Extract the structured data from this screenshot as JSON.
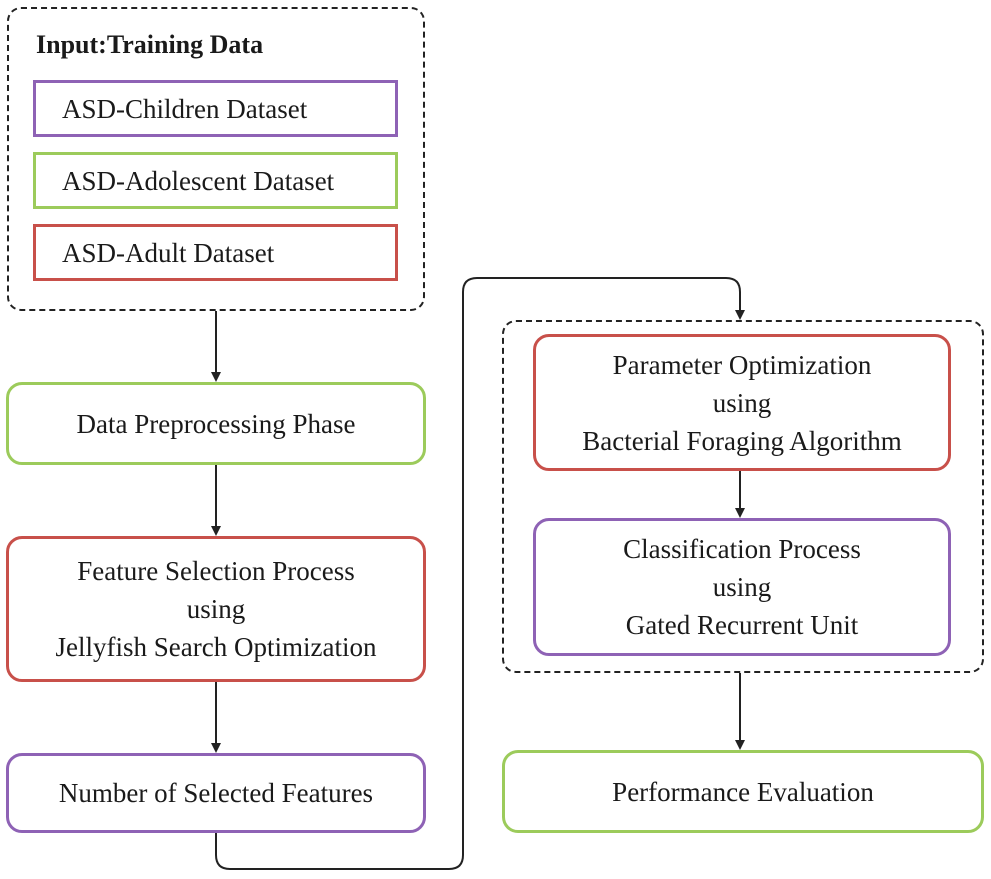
{
  "colors": {
    "green": "#9ccb5b",
    "red": "#c8504a",
    "purple": "#8e62b5",
    "line": "#222222"
  },
  "input_group": {
    "title": "Input:Training Data",
    "datasets": [
      {
        "label": "ASD-Children Dataset",
        "color": "purple"
      },
      {
        "label": "ASD-Adolescent Dataset",
        "color": "green"
      },
      {
        "label": "ASD-Adult Dataset",
        "color": "red"
      }
    ]
  },
  "preprocessing": {
    "label": "Data Preprocessing Phase"
  },
  "feature_selection": {
    "lines": [
      "Feature Selection Process",
      "using",
      "Jellyfish Search Optimization"
    ]
  },
  "selected_features": {
    "label": "Number of Selected Features"
  },
  "parameter_optimization": {
    "lines": [
      "Parameter Optimization",
      "using",
      "Bacterial Foraging Algorithm"
    ]
  },
  "classification": {
    "lines": [
      "Classification Process",
      "using",
      "Gated Recurrent Unit"
    ]
  },
  "performance": {
    "label": "Performance Evaluation"
  }
}
